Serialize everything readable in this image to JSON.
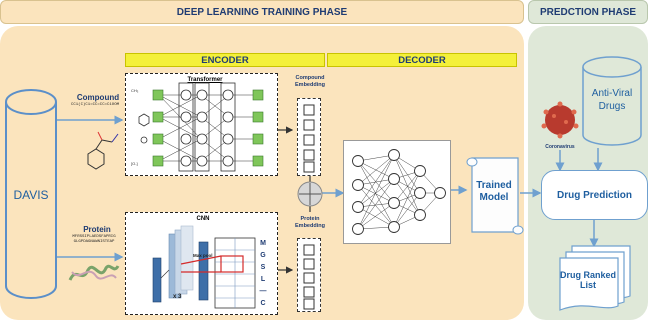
{
  "training_phase": {
    "title": "DEEP LEARNING TRAINING PHASE"
  },
  "prediction_phase": {
    "title": "PREDCTION PHASE"
  },
  "encoder": {
    "title": "ENCODER"
  },
  "decoder": {
    "title": "DECODER"
  },
  "dataset": {
    "label": "DAVIS"
  },
  "compound": {
    "label": "Compound",
    "smiles": "CC1(C)C1=CC=CC=C1OOM",
    "transformer_label": "Transformer",
    "embedding_label": "Compound Embedding",
    "token_start": "CH₃",
    "token_end": "[O-]"
  },
  "protein": {
    "label": "Protein",
    "sequence_line1": "MFRSSIPLAEDSFAPRIG",
    "sequence_line2": "GLGPDAGNAWNISTEAP",
    "cnn_label": "CNN",
    "max_pool_label": "Max pool",
    "repeat_label": "x 3",
    "letters": [
      "M",
      "G",
      "S",
      "L",
      "—",
      "C"
    ],
    "embedding_label": "Protein Embedding"
  },
  "trained_model": {
    "label": "Trained Model"
  },
  "virus": {
    "label": "Coronavirus"
  },
  "drugs_db": {
    "label": "Anti-Viral Drugs"
  },
  "drug_prediction": {
    "label": "Drug Prediction"
  },
  "ranked_list": {
    "label": "Drug Ranked List"
  },
  "colors": {
    "phase_bg": "#fbe4bd",
    "prediction_bg": "#dfe8d8",
    "accent": "#4f81bd",
    "tab": "#f4f03a"
  }
}
